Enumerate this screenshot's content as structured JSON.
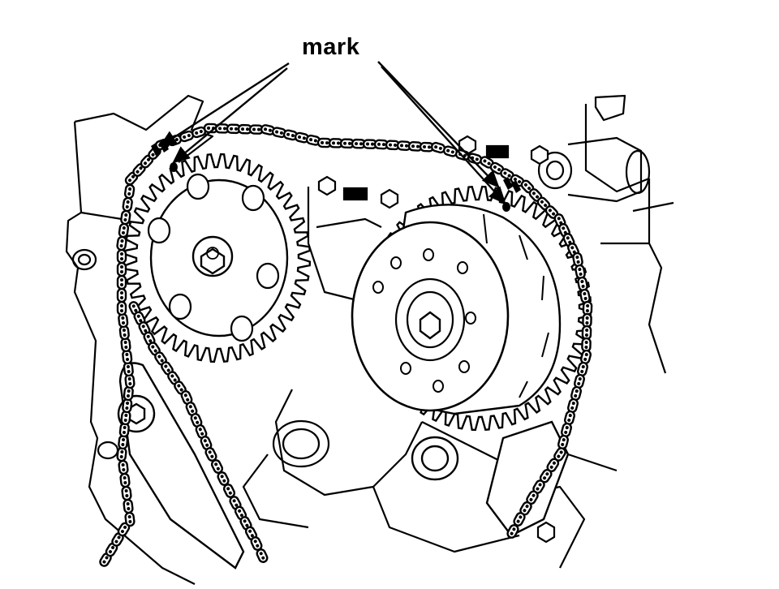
{
  "callout": {
    "label": "mark"
  },
  "colors": {
    "ink": "#000000",
    "paper": "#ffffff"
  },
  "parts": [
    "engine-block-outline",
    "timing-chain",
    "left-camshaft-sprocket",
    "right-camshaft-sprocket-with-phaser",
    "chain-guide",
    "chain-tensioner",
    "alignment-mark"
  ]
}
